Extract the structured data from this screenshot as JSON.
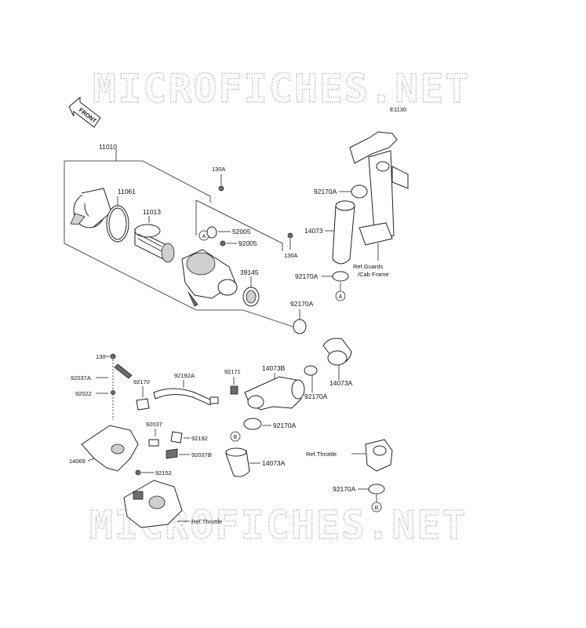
{
  "watermark": {
    "text": "MICROFICHES.NET"
  },
  "diagram_code": "E1130",
  "front_label": "FRONT",
  "refs": {
    "circle_a": "A",
    "circle_b": "B"
  },
  "labels": {
    "p11010": "11010",
    "p11061": "11061",
    "p11013": "11013",
    "p130A_top": "130A",
    "p52005": "52005",
    "p92005": "92005",
    "p130A_right": "130A",
    "p39145": "39145",
    "p92170A_upper": "92170A",
    "p14073": "14073",
    "ref_guards_1": "Ref.Guards",
    "ref_guards_2": "/Cab Frame",
    "p92170A_a": "92170A",
    "p92170A_mid": "92170A",
    "p14073A_right": "14073A",
    "p130": "130",
    "p92037A": "92037A",
    "p92022": "92022",
    "p92170": "92170",
    "p92192A": "92192A",
    "p92171": "92171",
    "p14073B": "14073B",
    "p92170A_b": "92170A",
    "p92170A_c": "92170A",
    "p92037": "92037",
    "p92192": "92192",
    "p92037B": "92037B",
    "p14069": "14069",
    "p92152": "92152",
    "p14073A_low": "14073A",
    "ref_throttle_right": "Ref.Throttle",
    "p92170A_right": "92170A",
    "ref_throttle_bottom": "Ref.Throttle"
  }
}
